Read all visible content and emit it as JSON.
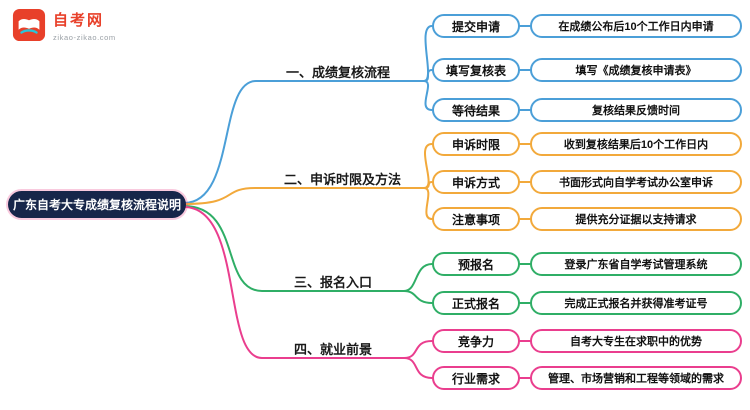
{
  "logo": {
    "title": "自考网",
    "subtitle": "zikao-zikao.com",
    "icon": "zikao-logo-icon",
    "brand_color": "#e8402a",
    "accent_color": "#29c4d8"
  },
  "root": {
    "label": "广东自考大专成绩复核流程说明",
    "background_color": "#17264a",
    "text_color": "#ffffff"
  },
  "branches": [
    {
      "label": "一、成绩复核流程",
      "color": "#4b9fd8",
      "children": [
        {
          "label": "提交申请",
          "value": "在成绩公布后10个工作日内申请"
        },
        {
          "label": "填写复核表",
          "value": "填写《成绩复核申请表》"
        },
        {
          "label": "等待结果",
          "value": "复核结果反馈时间"
        }
      ]
    },
    {
      "label": "二、申诉时限及方法",
      "color": "#f2a93b",
      "children": [
        {
          "label": "申诉时限",
          "value": "收到复核结果后10个工作日内"
        },
        {
          "label": "申诉方式",
          "value": "书面形式向自学考试办公室申诉"
        },
        {
          "label": "注意事项",
          "value": "提供充分证据以支持请求"
        }
      ]
    },
    {
      "label": "三、报名入口",
      "color": "#2fae66",
      "children": [
        {
          "label": "预报名",
          "value": "登录广东省自学考试管理系统"
        },
        {
          "label": "正式报名",
          "value": "完成正式报名并获得准考证号"
        }
      ]
    },
    {
      "label": "四、就业前景",
      "color": "#ea3e8e",
      "children": [
        {
          "label": "竞争力",
          "value": "自考大专生在求职中的优势"
        },
        {
          "label": "行业需求",
          "value": "管理、市场营销和工程等领域的需求"
        }
      ]
    }
  ]
}
